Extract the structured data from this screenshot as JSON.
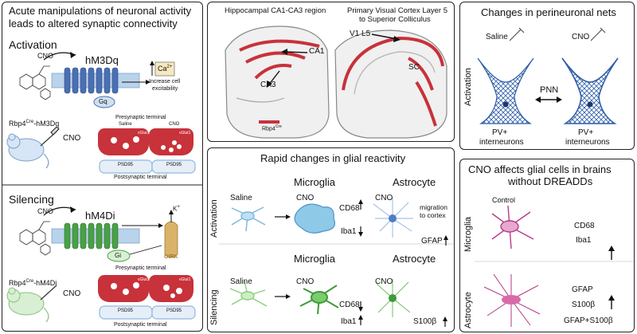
{
  "left": {
    "title_line1": "Acute manipulations of neuronal activity",
    "title_line2": "leads to altered synaptic connectivity",
    "activation": {
      "heading": "Activation",
      "cno": "CNO",
      "receptor": "hM3Dq",
      "gprotein": "Gq",
      "ion": "Ca",
      "ion_sup": "2+",
      "effect_line1": "Increase cell",
      "effect_line2": "excitability",
      "mouse_label": "Rbp4",
      "mouse_label_sup": "Cre",
      "mouse_label_suffix": "-hM3Dq",
      "mouse_cno": "CNO",
      "presynaptic": "Presynaptic terminal",
      "postsynaptic": "Postsynaptic terminal",
      "saline": "Saline",
      "cno_small": "CNO",
      "vglut": "vGlut1",
      "psd": "PSD95"
    },
    "silencing": {
      "heading": "Silencing",
      "cno": "CNO",
      "receptor": "hM4Di",
      "gprotein": "Gi",
      "ion": "K",
      "ion_sup": "+",
      "channel": "GIRK",
      "mouse_label": "Rbp4",
      "mouse_label_sup": "Cre",
      "mouse_label_suffix": "-hM4Di",
      "mouse_cno": "CNO",
      "presynaptic": "Presynaptic terminal",
      "postsynaptic": "Postsynaptic terminal",
      "vglut": "vGlut1",
      "psd": "PSD95"
    }
  },
  "brain": {
    "region1_line1": "Hippocampal CA1-CA3 region",
    "region2_line1": "Primary Visual Cortex Layer 5",
    "region2_line2": "to Superior Colliculus",
    "ca1": "CA1",
    "ca3": "CA3",
    "v1l5": "V1 L5",
    "sc": "SC",
    "legend": "Rbp4",
    "legend_sup": "Cre"
  },
  "pnn": {
    "title": "Changes in perineuronal nets",
    "side_label": "Activation",
    "saline": "Saline",
    "cno": "CNO",
    "center": "PNN",
    "cell1_line1": "PV+",
    "cell1_line2": "interneurons",
    "cell2_line1": "PV+",
    "cell2_line2": "interneurons"
  },
  "glia": {
    "title": "Rapid changes in glial reactivity",
    "activation": {
      "side_label": "Activation",
      "microglia": "Microglia",
      "astrocyte": "Astrocyte",
      "saline": "Saline",
      "cno1": "CNO",
      "cno2": "CNO",
      "cd68": "CD68",
      "iba1": "Iba1",
      "migration_line1": "migration",
      "migration_line2": "to cortex",
      "gfap": "GFAP"
    },
    "silencing": {
      "side_label": "Silencing",
      "microglia": "Microglia",
      "astrocyte": "Astrocyte",
      "saline": "Saline",
      "cno1": "CNO",
      "cno2": "CNO",
      "cd68": "CD68",
      "iba1": "Iba1",
      "s100b": "S100β"
    }
  },
  "nodread": {
    "title_line1": "CNO affects glial cells in brains",
    "title_line2": "without DREADDs",
    "control": "Control",
    "microglia_label": "Microglia",
    "astrocyte_label": "Astrocyte",
    "cd68": "CD68",
    "iba1": "Iba1",
    "gfap": "GFAP",
    "s100b": "S100β",
    "gfap_s100b": "GFAP+S100β"
  },
  "colors": {
    "red": "#c8323a",
    "blue": "#3f6fb5",
    "green": "#4aa046",
    "magenta": "#c23a8c",
    "light_blue": "#a9cfe6"
  }
}
